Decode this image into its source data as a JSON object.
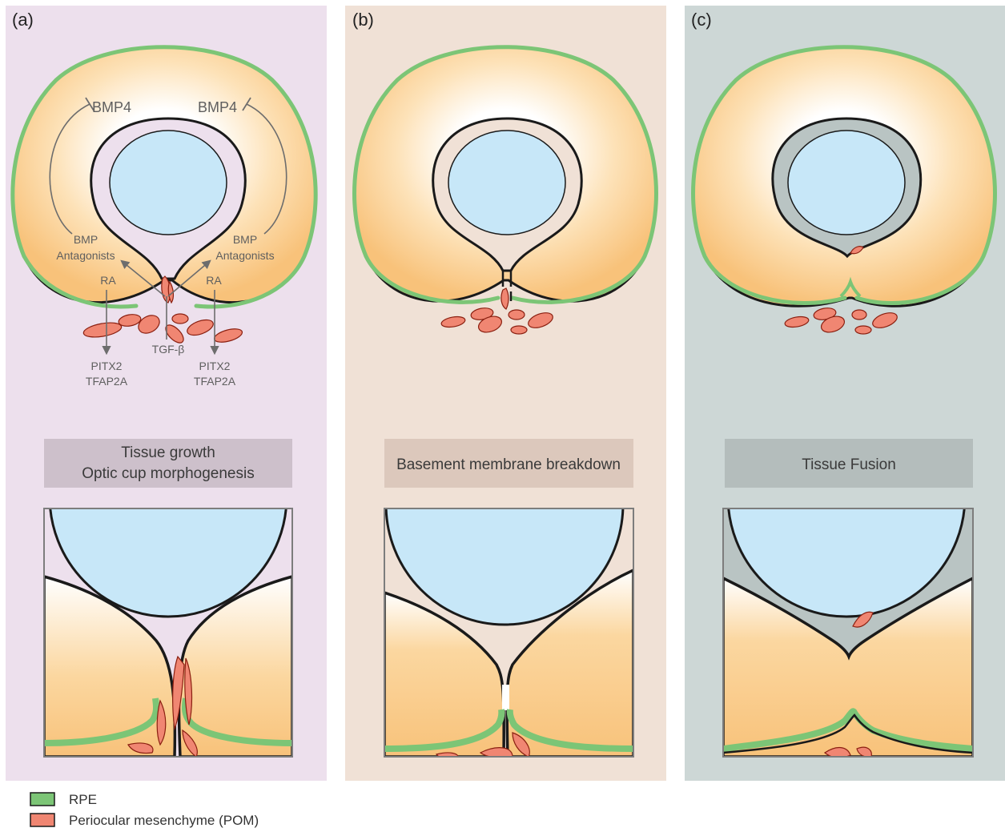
{
  "panels": [
    {
      "id": "a",
      "label": "(a)",
      "stage_lines": [
        "Tissue growth",
        "Optic cup morphogenesis"
      ],
      "bg": "#ede0ed"
    },
    {
      "id": "b",
      "label": "(b)",
      "stage_lines": [
        "Basement membrane breakdown"
      ],
      "bg": "#f0e1d6"
    },
    {
      "id": "c",
      "label": "(c)",
      "stage_lines": [
        "Tissue Fusion"
      ],
      "bg": "#cdd7d6"
    }
  ],
  "signals": {
    "bmp4_left": "BMP4",
    "bmp4_right": "BMP4",
    "bmp_antagonists_left": [
      "BMP",
      "Antagonists"
    ],
    "bmp_antagonists_right": [
      "BMP",
      "Antagonists"
    ],
    "ra_left": "RA",
    "ra_right": "RA",
    "tgf": "TGF-β",
    "targets_left": [
      "PITX2",
      "TFAP2A"
    ],
    "targets_right": [
      "PITX2",
      "TFAP2A"
    ]
  },
  "legend": [
    {
      "label": "RPE",
      "color": "#7cc576"
    },
    {
      "label": "Periocular mesenchyme (POM)",
      "color": "#f08672"
    }
  ],
  "colors": {
    "lens": "#c7e7f8",
    "tissue_orange": "#f8c77d",
    "rpe_green": "#7cc576",
    "pom_red": "#f08672",
    "outline": "#1a1a1a",
    "stage_box_a": "#cdc0cb",
    "stage_box_b": "#dcc8bc",
    "stage_box_c": "#b4bdbc"
  }
}
